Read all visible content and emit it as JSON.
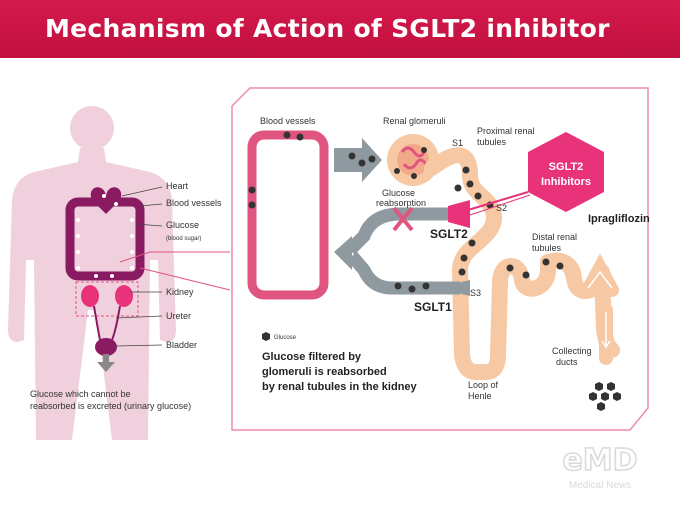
{
  "title": "Mechanism of Action of SGLT2 inhibitor",
  "body_labels": {
    "heart": "Heart",
    "blood_vessels": "Blood vessels",
    "glucose": "Glucose",
    "blood_sugar": "(blood sugar)",
    "kidney": "Kidney",
    "ureter": "Ureter",
    "bladder": "Bladder",
    "excreted_line1": "Glucose which cannot be",
    "excreted_line2": "reabsorbed is excreted (urinary glucose)"
  },
  "nephron_labels": {
    "blood_vessels": "Blood vessels",
    "renal_glomeruli": "Renal glomeruli",
    "s1": "S1",
    "proximal_line1": "Proximal renal",
    "proximal_line2": "tubules",
    "glucose_reabs_line1": "Glucose",
    "glucose_reabs_line2": "reabsorption",
    "s2": "S2",
    "s3": "S3",
    "sglt2": "SGLT2",
    "sglt1": "SGLT1",
    "inhibitor_line1": "SGLT2",
    "inhibitor_line2": "Inhibitors",
    "drug_name": "Ipragliflozin",
    "distal_line1": "Distal renal",
    "distal_line2": "tubules",
    "collecting_line1": "Collecting",
    "collecting_line2": "ducts",
    "loop_line1": "Loop of",
    "loop_line2": "Henle",
    "legend_glucose": "Glucose",
    "filtered_line1": "Glucose filtered by",
    "filtered_line2": "glomeruli is reabsorbed",
    "filtered_line3": "by renal tubules in the kidney"
  },
  "watermark": {
    "logo": "eMD",
    "subtitle": "Medical News"
  },
  "colors": {
    "banner": "#c8124a",
    "pink": "#e0557f",
    "hexagon": "#e8337a",
    "tubule": "#f6c9a4",
    "gray_vessel": "#8f9aa0",
    "panel_border": "#f08aa8",
    "body_silhouette": "#efd0dc",
    "dot": "#333333"
  }
}
